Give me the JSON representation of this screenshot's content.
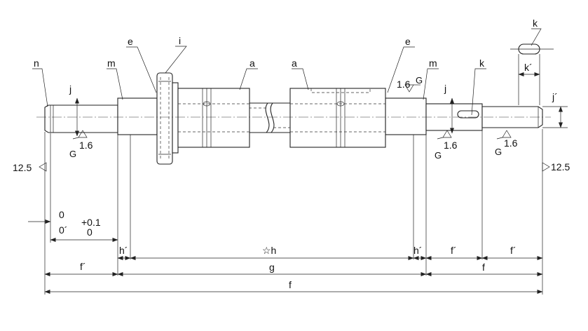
{
  "labels": {
    "n": "n",
    "m_left": "m",
    "e_left": "e",
    "i": "i",
    "a_left": "a",
    "a_right": "a",
    "e_right": "e",
    "m_right": "m",
    "k_top": "k",
    "k_mid": "k",
    "k_prime": "k´",
    "j_left": "j",
    "j_right": "j",
    "j_prime": "j´"
  },
  "roughness": {
    "left": "12.5",
    "right": "12.5",
    "g_left_value": "1.6",
    "g_left_symbol": "G",
    "g_top_value": "1.6",
    "g_top_symbol": "G",
    "g_right1_value": "1.6",
    "g_right1_symbol": "G",
    "g_right2_value": "1.6",
    "g_right2_symbol": "G"
  },
  "tolerance": {
    "zero_upper": "0",
    "zero_lower": "0´",
    "plus_upper": "+0.1",
    "plus_lower": "0"
  },
  "dimensions": {
    "h_prime_left": "h´",
    "star_h": "☆h",
    "h_prime_right": "h´",
    "f_prime_right1": "f´",
    "f_prime_right2": "f´",
    "f_prime_left": "f´",
    "g": "g",
    "f_right": "f",
    "f_total": "f"
  }
}
